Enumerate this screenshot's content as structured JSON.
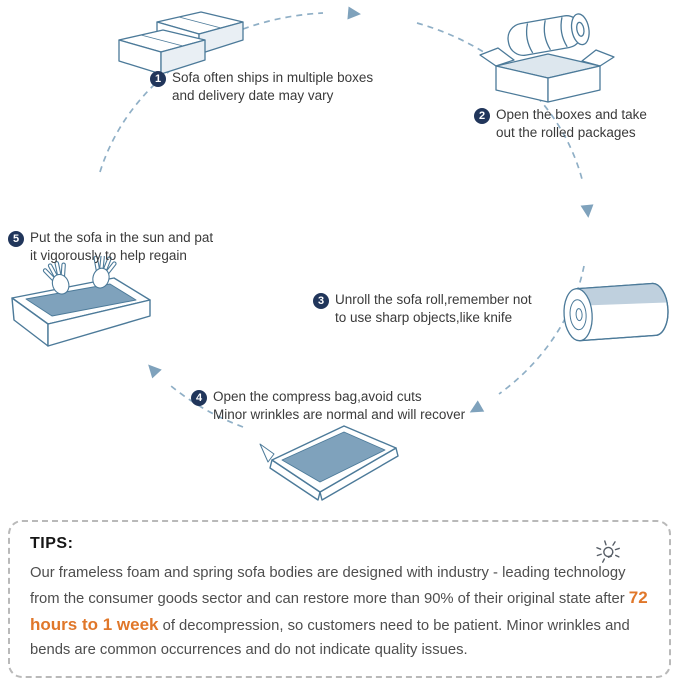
{
  "steps": [
    {
      "num": "1",
      "text": "Sofa often ships in multiple boxes\nand delivery date may vary"
    },
    {
      "num": "2",
      "text": "Open the boxes and take\nout the rolled packages"
    },
    {
      "num": "3",
      "text": "Unroll the sofa roll,remember not\nto use sharp objects,like knife"
    },
    {
      "num": "4",
      "text": "Open the compress bag,avoid cuts\nMinor wrinkles are normal and will recover"
    },
    {
      "num": "5",
      "text": "Put the sofa in the sun and pat\nit vigorously to help regain"
    }
  ],
  "tips": {
    "title": "TIPS:",
    "body_before": "Our frameless foam and spring sofa bodies are designed with industry - leading technology from the consumer goods sector and can restore more than 90% of their original state after ",
    "highlight": "72 hours to 1 week",
    "body_after": " of decompression, so customers need to be patient. Minor wrinkles and bends are common occurrences and do not indicate quality issues."
  },
  "icons": {
    "flow": "dashed-circle-arrows",
    "tips": "shining-bulb-icon"
  },
  "illustrations": {
    "step1": "stacked-shipping-boxes",
    "step2": "open-box-with-rolled-package",
    "step3": "rolled-sofa",
    "step4": "compress-bag",
    "step5": "sofa-with-pressing-hands"
  },
  "colors": {
    "outline_blue": "#4c7a99",
    "fill_blue": "#7fa2bc",
    "light_blue": "#dde7ee",
    "dash_blue": "#8fafc6",
    "badge_navy": "#21365b",
    "highlight_orange": "#e0772a"
  }
}
